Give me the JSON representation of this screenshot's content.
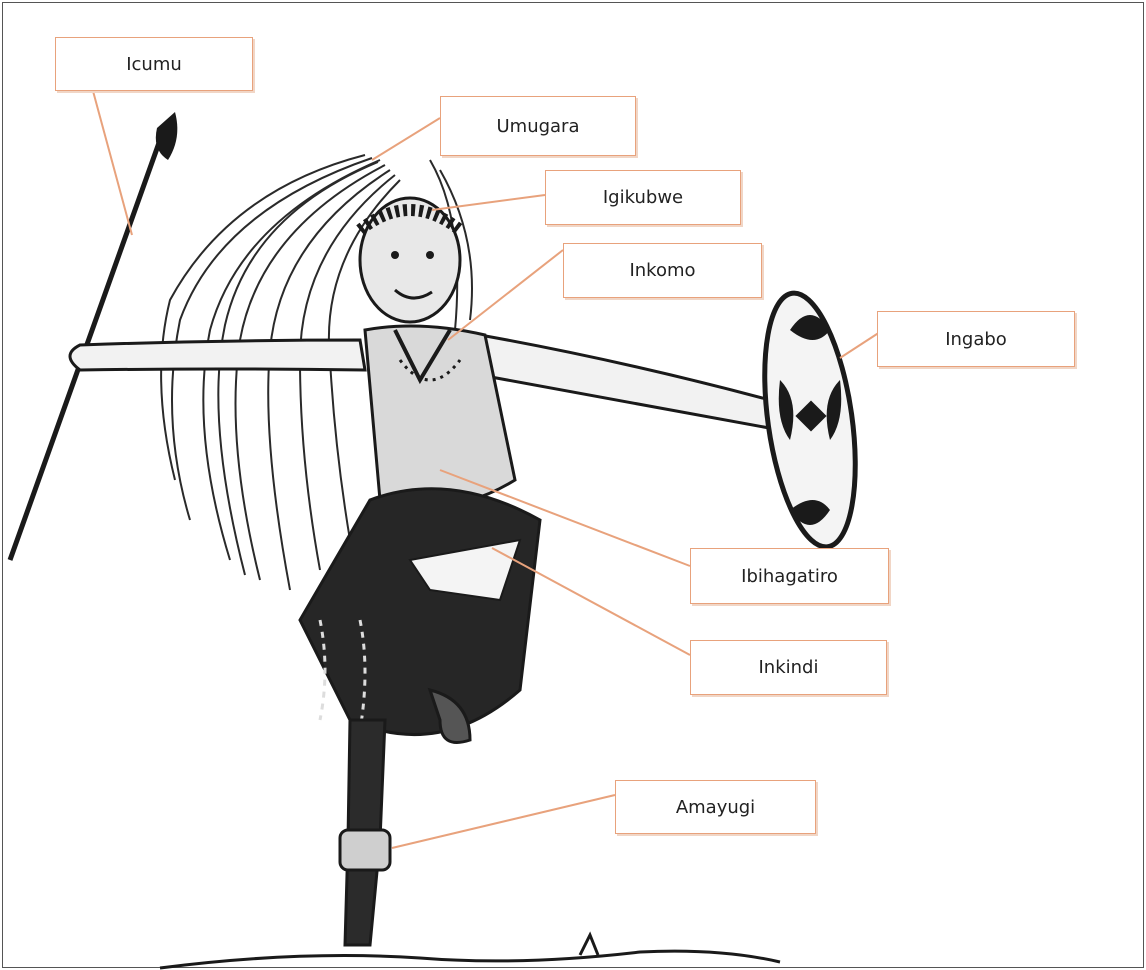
{
  "labels": {
    "icumu": "Icumu",
    "umugara": "Umugara",
    "igikubwe": "Igikubwe",
    "inkomo": "Inkomo",
    "ingabo": "Ingabo",
    "ibihagatiro": "Ibihagatiro",
    "inkindi": "Inkindi",
    "amayugi": "Amayugi"
  },
  "colors": {
    "label_border": "#e8a27c",
    "leader_line": "#e8a27c",
    "ink": "#1a1a1a"
  }
}
